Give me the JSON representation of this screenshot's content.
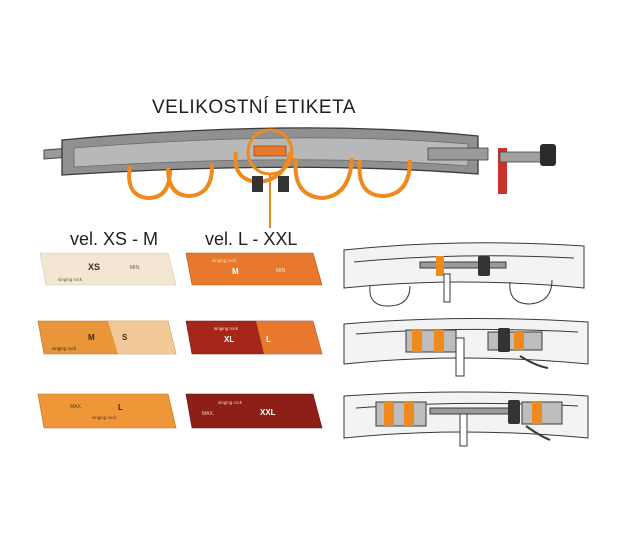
{
  "title": "VELIKOSTNÍ ETIKETA",
  "columns": {
    "left": "vel. XS - M",
    "right": "vel. L - XXL"
  },
  "brand": "singing rock",
  "labels": [
    {
      "size": "XS",
      "alt": "MIN.",
      "bg": "#f3e6d2",
      "text": "#3a2a18"
    },
    {
      "size": "XL",
      "alt": "L",
      "bg": "#a5271c",
      "text": "#ffffff"
    },
    {
      "size": "M",
      "alt": "S",
      "bg": "#e9963a",
      "text": "#3a2a18"
    },
    {
      "size": "M",
      "alt": "MIN.",
      "bg": "#e8782b",
      "text": "#ffffff"
    },
    {
      "size": "L",
      "alt": "MAX.",
      "bg": "#ee9638",
      "text": "#3a2a18"
    },
    {
      "size": "XXL",
      "alt": "MAX.",
      "bg": "#8d1f17",
      "text": "#ffffff"
    }
  ],
  "colors": {
    "orange": "#ef8a1e",
    "gray": "#8a8a8a",
    "dark": "#2b2b2b",
    "red": "#c8342c"
  }
}
